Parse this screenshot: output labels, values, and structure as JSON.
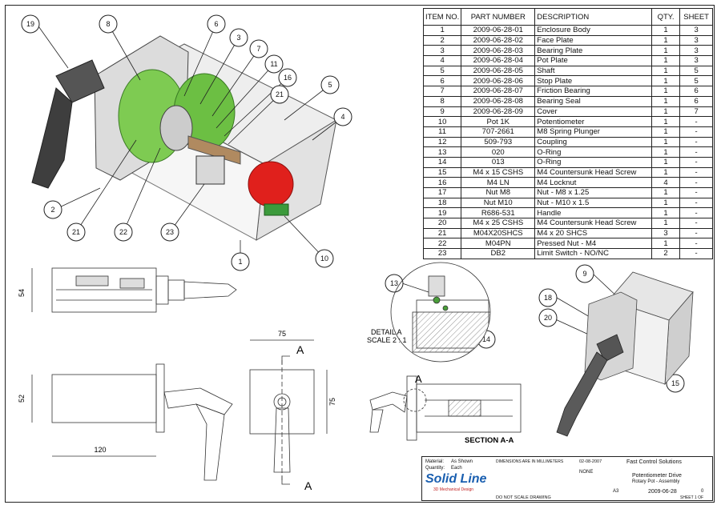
{
  "bom": {
    "headers": {
      "item_no": "ITEM NO.",
      "part_number": "PART NUMBER",
      "description": "DESCRIPTION",
      "qty": "QTY.",
      "sheet": "SHEET"
    },
    "rows": [
      {
        "no": "1",
        "pn": "2009-06-28-01",
        "desc": "Enclosure Body",
        "qty": "1",
        "sheet": "3"
      },
      {
        "no": "2",
        "pn": "2009-06-28-02",
        "desc": "Face Plate",
        "qty": "1",
        "sheet": "3"
      },
      {
        "no": "3",
        "pn": "2009-06-28-03",
        "desc": "Bearing Plate",
        "qty": "1",
        "sheet": "3"
      },
      {
        "no": "4",
        "pn": "2009-06-28-04",
        "desc": "Pot Plate",
        "qty": "1",
        "sheet": "3"
      },
      {
        "no": "5",
        "pn": "2009-06-28-05",
        "desc": "Shaft",
        "qty": "1",
        "sheet": "5"
      },
      {
        "no": "6",
        "pn": "2009-06-28-06",
        "desc": "Stop Plate",
        "qty": "1",
        "sheet": "5"
      },
      {
        "no": "7",
        "pn": "2009-06-28-07",
        "desc": "Friction Bearing",
        "qty": "1",
        "sheet": "6"
      },
      {
        "no": "8",
        "pn": "2009-06-28-08",
        "desc": "Bearing Seal",
        "qty": "1",
        "sheet": "6"
      },
      {
        "no": "9",
        "pn": "2009-06-28-09",
        "desc": "Cover",
        "qty": "1",
        "sheet": "7"
      },
      {
        "no": "10",
        "pn": "Pot 1K",
        "desc": "Potentiometer",
        "qty": "1",
        "sheet": "-"
      },
      {
        "no": "11",
        "pn": "707-2661",
        "desc": "M8 Spring Plunger",
        "qty": "1",
        "sheet": "-"
      },
      {
        "no": "12",
        "pn": "509-793",
        "desc": "Coupling",
        "qty": "1",
        "sheet": "-"
      },
      {
        "no": "13",
        "pn": "020",
        "desc": "O-Ring",
        "qty": "1",
        "sheet": "-"
      },
      {
        "no": "14",
        "pn": "013",
        "desc": "O-Ring",
        "qty": "1",
        "sheet": "-"
      },
      {
        "no": "15",
        "pn": "M4 x 15 CSHS",
        "desc": "M4 Countersunk Head Screw",
        "qty": "1",
        "sheet": "-"
      },
      {
        "no": "16",
        "pn": "M4 LN",
        "desc": "M4 Locknut",
        "qty": "4",
        "sheet": "-"
      },
      {
        "no": "17",
        "pn": "Nut M8",
        "desc": "Nut - M8 x 1.25",
        "qty": "1",
        "sheet": "-"
      },
      {
        "no": "18",
        "pn": "Nut M10",
        "desc": "Nut - M10 x 1.5",
        "qty": "1",
        "sheet": "-"
      },
      {
        "no": "19",
        "pn": "R686-531",
        "desc": "Handle",
        "qty": "1",
        "sheet": "-"
      },
      {
        "no": "20",
        "pn": "M4 x 25 CSHS",
        "desc": "M4 Countersunk Head Screw",
        "qty": "1",
        "sheet": "-"
      },
      {
        "no": "21",
        "pn": "M04X20SHCS",
        "desc": "M4 x 20 SHCS",
        "qty": "3",
        "sheet": "-"
      },
      {
        "no": "22",
        "pn": "M04PN",
        "desc": "Pressed Nut - M4",
        "qty": "1",
        "sheet": "-"
      },
      {
        "no": "23",
        "pn": "DB2",
        "desc": "Limit Switch - NO/NC",
        "qty": "2",
        "sheet": "-"
      }
    ]
  },
  "balloons": {
    "b19": "19",
    "b8": "8",
    "b6": "6",
    "b3": "3",
    "b7": "7",
    "b11": "11",
    "b16": "16",
    "b21a": "21",
    "b5": "5",
    "b4": "4",
    "b2": "2",
    "b21b": "21",
    "b22": "22",
    "b23": "23",
    "b1": "1",
    "b10": "10",
    "b13": "13",
    "b14": "14",
    "b9": "9",
    "b18": "18",
    "b20": "20",
    "b15": "15"
  },
  "dims": {
    "d54": "54",
    "d52": "52",
    "d120": "120",
    "d75a": "75",
    "d75b": "75"
  },
  "views": {
    "detail_a": "DETAIL A",
    "detail_scale": "SCALE 2 : 1",
    "section_label": "SECTION A-A",
    "cut_a_top": "A",
    "cut_a_bottom": "A",
    "detail_marker": "A"
  },
  "title_block": {
    "material_label": "Material:",
    "material_value": "As Shown",
    "quantity_label": "Quantity:",
    "quantity_value": "Each",
    "tolerance_text": "DIMENSIONS ARE IN MILLIMETERS",
    "logo": "Solid Line",
    "logo_sub": "3D Mechanical Design",
    "company": "Fast Control Solutions",
    "drawing_title": "Potentiometer Drive",
    "drawing_subtitle": "Rotary Pot - Assembly",
    "drawing_no": "2009-06-28",
    "size": "A3",
    "rev": "0",
    "date": "02-08-2007",
    "no_scale": "DO NOT SCALE DRAWING",
    "finish": "NONE",
    "sheet": "SHEET 1 OF"
  },
  "colors": {
    "green": "#7ecb52",
    "red": "#e0201c",
    "handle": "#444444",
    "box": "#e8e8e8",
    "line": "#222222"
  }
}
